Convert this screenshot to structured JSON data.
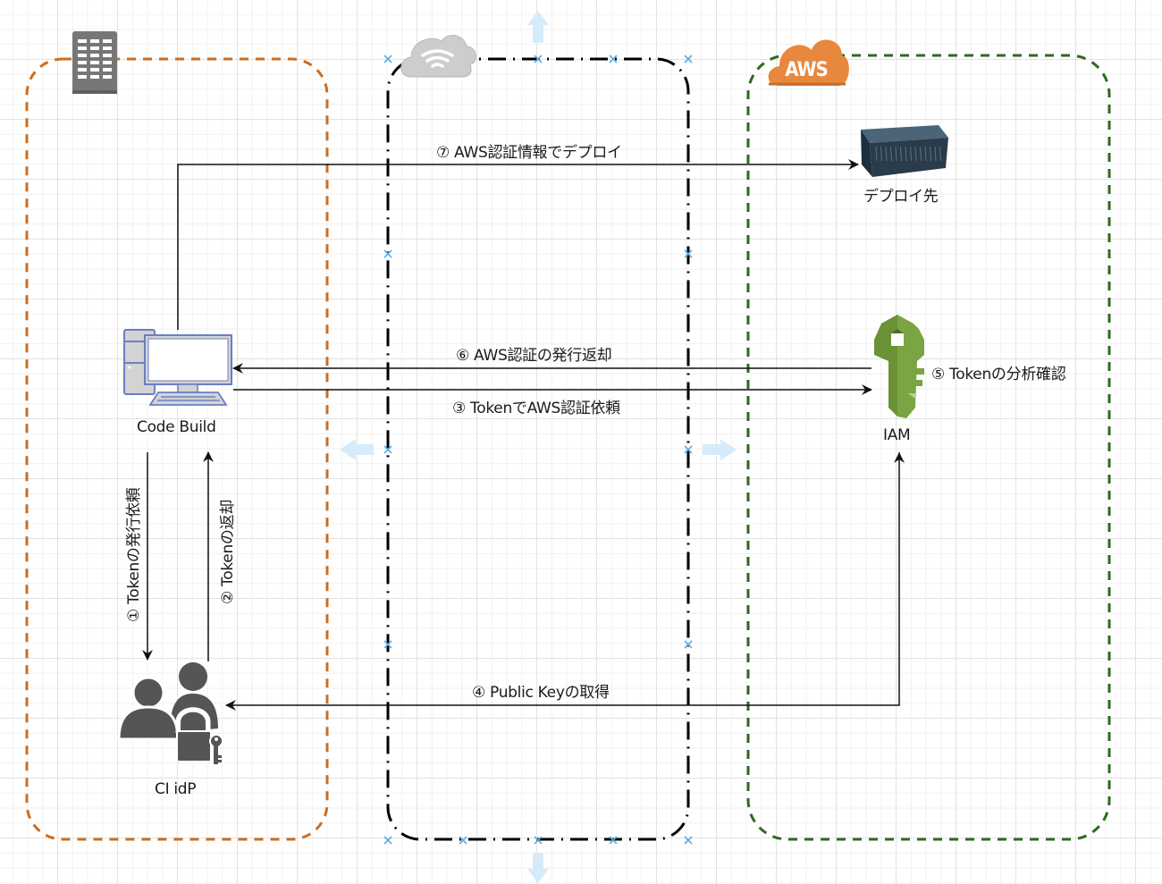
{
  "diagram": {
    "title": "",
    "zones": [
      {
        "id": "on-premise",
        "icon": "office-building-icon",
        "border_color": "#cc6d1f",
        "style": "dashed"
      },
      {
        "id": "internet",
        "icon": "internet-cloud-icon",
        "border_color": "#000000",
        "style": "dash-dot",
        "selected": true
      },
      {
        "id": "aws",
        "icon": "aws-cloud-icon",
        "icon_text": "AWS",
        "border_color": "#2e6a1f",
        "style": "dashed"
      }
    ],
    "nodes": {
      "code_build": {
        "label": "Code Build",
        "icon": "desktop-computer-icon"
      },
      "ci_idp": {
        "label": "CI idP",
        "icon": "users-lock-icon"
      },
      "deploy_target": {
        "label": "デプロイ先",
        "icon": "server-icon"
      },
      "iam": {
        "label": "IAM",
        "icon": "iam-key-icon"
      }
    },
    "edges": [
      {
        "step": 1,
        "label": "① Tokenの発行依頼",
        "from": "Code Build",
        "to": "CI idP"
      },
      {
        "step": 2,
        "label": "② Tokenの返却",
        "from": "CI idP",
        "to": "Code Build"
      },
      {
        "step": 3,
        "label": "③ TokenでAWS認証依頼",
        "from": "Code Build",
        "to": "IAM"
      },
      {
        "step": 4,
        "label": "④ Public Keyの取得",
        "from": "IAM",
        "to": "CI idP"
      },
      {
        "step": 5,
        "label": "⑤ Tokenの分析確認",
        "from": "IAM",
        "to": "IAM"
      },
      {
        "step": 6,
        "label": "⑥ AWS認証の発行返却",
        "from": "IAM",
        "to": "Code Build"
      },
      {
        "step": 7,
        "label": "⑦ AWS認証情報でデプロイ",
        "from": "Code Build",
        "to": "デプロイ先"
      }
    ],
    "colors": {
      "onprem_border": "#cc6d1f",
      "aws_border": "#2e6a1f",
      "aws_orange": "#e8873e",
      "iam_green": "#6f9a3a",
      "selection_handle": "#5aaee8",
      "edge": "#111111"
    }
  }
}
